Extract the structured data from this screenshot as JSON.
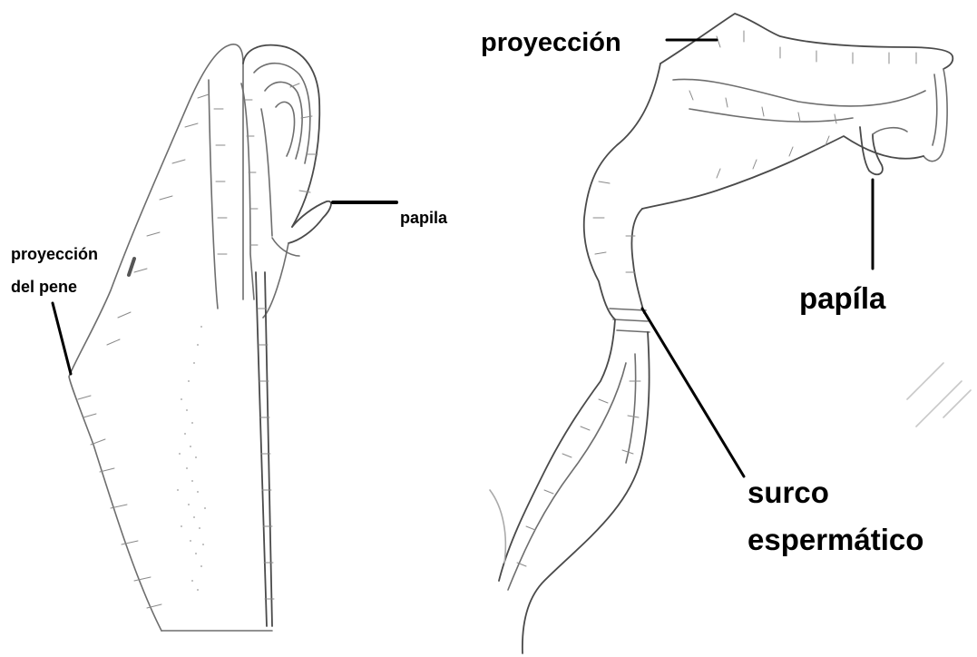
{
  "left_figure": {
    "label_projection": [
      "proyección",
      "del pene"
    ],
    "label_papilla": "papila"
  },
  "right_figure": {
    "label_projection": "proyección",
    "label_papilla": "papíla",
    "label_groove": [
      "surco",
      "espermático"
    ]
  }
}
